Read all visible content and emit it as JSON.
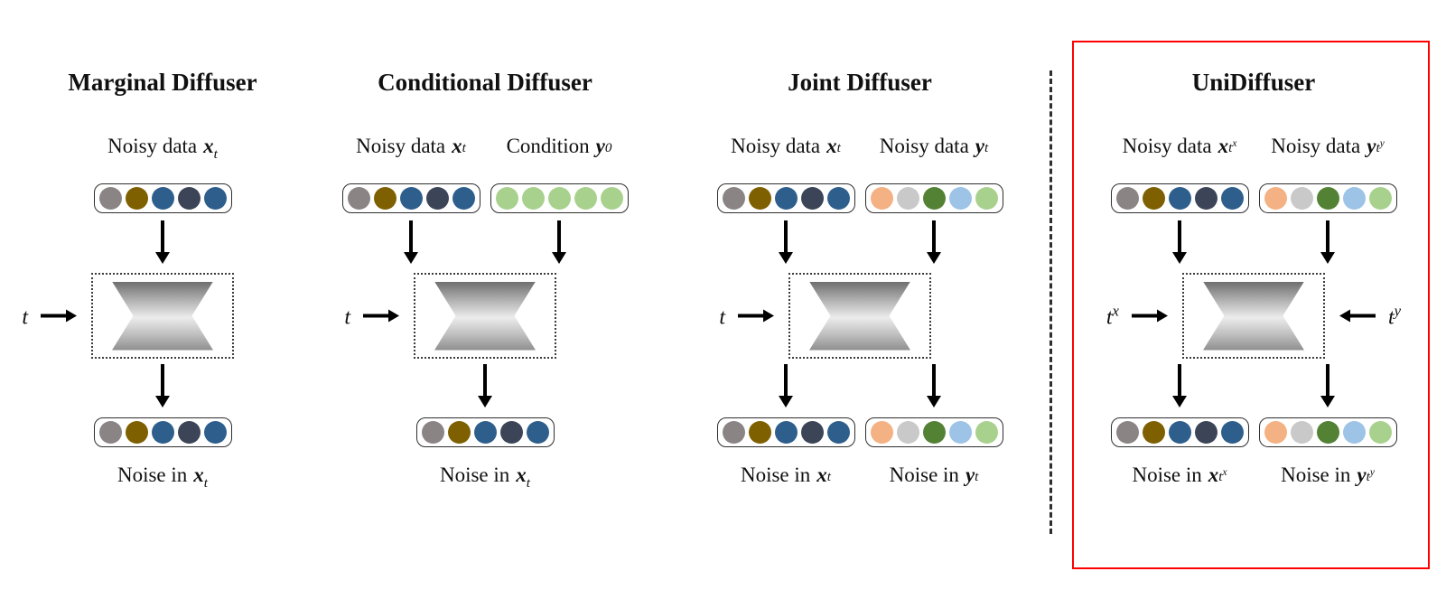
{
  "palette": {
    "x_dots": [
      "#8a8584",
      "#7e6000",
      "#2e5f8c",
      "#3b4557",
      "#2e5f8c"
    ],
    "cond_dots": [
      "#a9d18e",
      "#a9d18e",
      "#a9d18e",
      "#a9d18e",
      "#a9d18e"
    ],
    "y_dots": [
      "#f4b183",
      "#c9c9c9",
      "#548235",
      "#9dc3e6",
      "#a9d18e"
    ],
    "highlight_frame": "#ff0000",
    "arrow": "#000000",
    "box_border": "#2f2f2f"
  },
  "columns": [
    {
      "title": "Marginal Diffuser",
      "inputs": [
        {
          "prefix": "Noisy data",
          "var": "x",
          "sub": "t",
          "subsup": ""
        }
      ],
      "time_left": {
        "base": "t",
        "sup": ""
      },
      "outputs": [
        {
          "prefix": "Noise in",
          "var": "x",
          "sub": "t",
          "subsup": ""
        }
      ]
    },
    {
      "title": "Conditional Diffuser",
      "inputs": [
        {
          "prefix": "Noisy data",
          "var": "x",
          "sub": "t",
          "subsup": ""
        },
        {
          "prefix": "Condition",
          "var": "y",
          "sub": "0",
          "subsup": ""
        }
      ],
      "time_left": {
        "base": "t",
        "sup": ""
      },
      "outputs": [
        {
          "prefix": "Noise in",
          "var": "x",
          "sub": "t",
          "subsup": ""
        }
      ]
    },
    {
      "title": "Joint Diffuser",
      "inputs": [
        {
          "prefix": "Noisy data",
          "var": "x",
          "sub": "t",
          "subsup": ""
        },
        {
          "prefix": "Noisy data",
          "var": "y",
          "sub": "t",
          "subsup": ""
        }
      ],
      "time_left": {
        "base": "t",
        "sup": ""
      },
      "outputs": [
        {
          "prefix": "Noise in",
          "var": "x",
          "sub": "t",
          "subsup": ""
        },
        {
          "prefix": "Noise in",
          "var": "y",
          "sub": "t",
          "subsup": ""
        }
      ]
    },
    {
      "title": "UniDiffuser",
      "inputs": [
        {
          "prefix": "Noisy data",
          "var": "x",
          "sub": "t",
          "subsup": "x"
        },
        {
          "prefix": "Noisy data",
          "var": "y",
          "sub": "t",
          "subsup": "y"
        }
      ],
      "time_left": {
        "base": "t",
        "sup": "x"
      },
      "time_right": {
        "base": "t",
        "sup": "y"
      },
      "outputs": [
        {
          "prefix": "Noise in",
          "var": "x",
          "sub": "t",
          "subsup": "x"
        },
        {
          "prefix": "Noise in",
          "var": "y",
          "sub": "t",
          "subsup": "y"
        }
      ]
    }
  ]
}
